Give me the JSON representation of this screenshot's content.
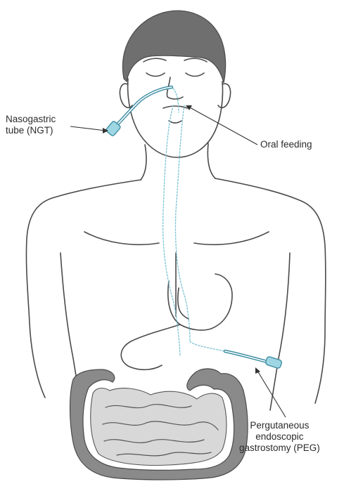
{
  "labels": {
    "ngt_line1": "Nasogastric",
    "ngt_line2": "tube (NGT)",
    "oral": "Oral feeding",
    "peg_line1": "Pergutaneous",
    "peg_line2": "endoscopic",
    "peg_line3": "gastrostomy (PEG)"
  },
  "colors": {
    "tube": "#9fd6e3",
    "tube_outline": "#3f8fa3",
    "dashed_path": "#7cc3d4",
    "outline": "#4a4a4a"
  }
}
